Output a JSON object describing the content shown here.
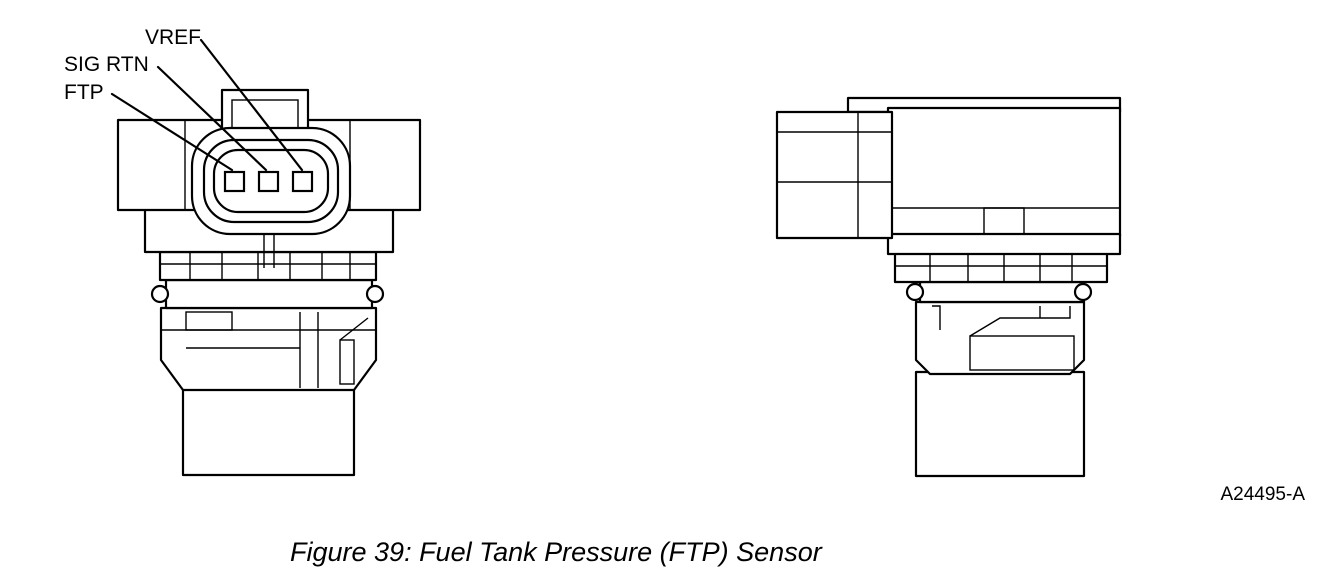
{
  "labels": {
    "vref": "VREF",
    "sig_rtn": "SIG RTN",
    "ftp": "FTP"
  },
  "reference_code": "A24495-A",
  "caption": "Figure 39: Fuel Tank Pressure (FTP) Sensor",
  "colors": {
    "line": "#000000",
    "background": "#ffffff"
  }
}
